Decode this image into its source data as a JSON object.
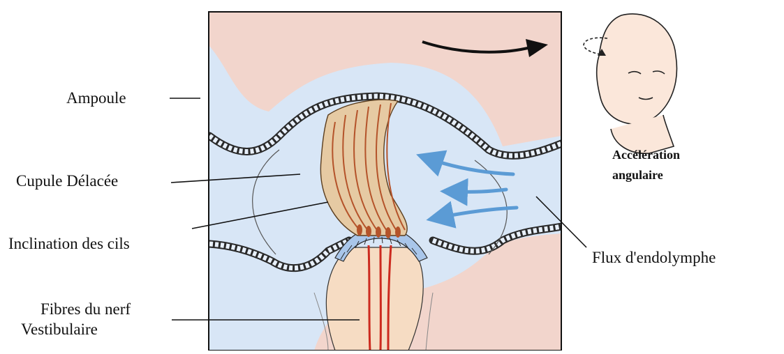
{
  "labels": {
    "ampoule": "Ampoule",
    "cupule": "Cupule Délacée",
    "inclination": "Inclination des cils",
    "fibres_line1": "Fibres du nerf",
    "fibres_line2": "Vestibulaire",
    "flux": "Flux d'endolymphe",
    "acceleration_line1": "Accélération",
    "acceleration_line2": "angulaire"
  },
  "colors": {
    "background_tissue": "#f2d5cc",
    "endolymph": "#d8e6f6",
    "cupula": "#e6caa3",
    "cilia": "#b4532a",
    "nerve_fibres": "#cc2a1f",
    "flow_arrows": "#5b9bd5",
    "crista": "#a9c6ea",
    "outline": "#222222"
  },
  "icons": [
    "rotation-arrow-icon",
    "head-icon",
    "flow-arrow-icon"
  ]
}
